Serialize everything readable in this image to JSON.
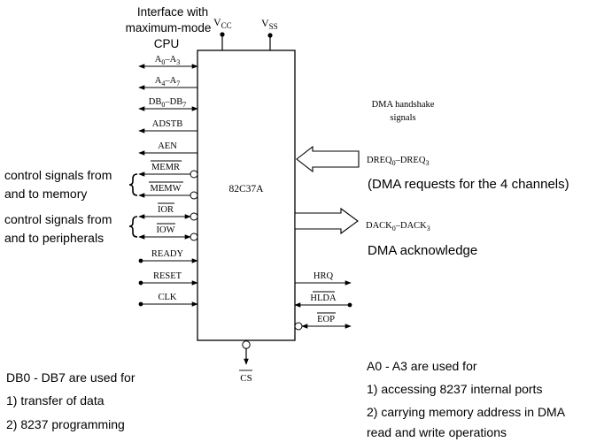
{
  "header": {
    "interface_line1": "Interface with",
    "interface_line2": "maximum-mode",
    "interface_line3": "CPU",
    "vcc": "V",
    "vcc_sub": "CC",
    "vss": "V",
    "vss_sub": "SS"
  },
  "chip": {
    "name": "82C37A",
    "cs": "CS"
  },
  "left_pins": {
    "a0_a3": "A",
    "a0_sub": "0",
    "a0_mid": "–A",
    "a3_sub": "3",
    "a4_a7": "A",
    "a4_sub": "4",
    "a4_mid": "–A",
    "a7_sub": "7",
    "db": "DB",
    "db0_sub": "0",
    "db_mid": "–DB",
    "db7_sub": "7",
    "adstb": "ADSTB",
    "aen": "AEN",
    "memr": "MEMR",
    "memw": "MEMW",
    "ior": "IOR",
    "iow": "IOW",
    "ready": "READY",
    "reset": "RESET",
    "clk": "CLK"
  },
  "right_pins": {
    "handshake_line1": "DMA handshake",
    "handshake_line2": "signals",
    "dreq": "DREQ",
    "dreq0_sub": "0",
    "dreq_mid": "–DREQ",
    "dreq3_sub": "3",
    "dreq_note": "(DMA requests for the 4 channels)",
    "dack": "DACK",
    "dack0_sub": "0",
    "dack_mid": "–DACK",
    "dack3_sub": "3",
    "dack_note": "DMA acknowledge",
    "hrq": "HRQ",
    "hlda": "HLDA",
    "eop": "EOP"
  },
  "annotations": {
    "mem_line1": "control signals from",
    "mem_line2": "and to memory",
    "io_line1": "control signals from",
    "io_line2": "and to peripherals"
  },
  "notes": {
    "db_title": "DB0 - DB7 are used for",
    "db_item1": "1)  transfer of data",
    "db_item2": "2)  8237 programming",
    "a_title": "A0 - A3 are used for",
    "a_item1": "1) accessing 8237 internal ports",
    "a_item2": "2) carrying memory address in DMA",
    "a_item3": "read and write operations"
  }
}
